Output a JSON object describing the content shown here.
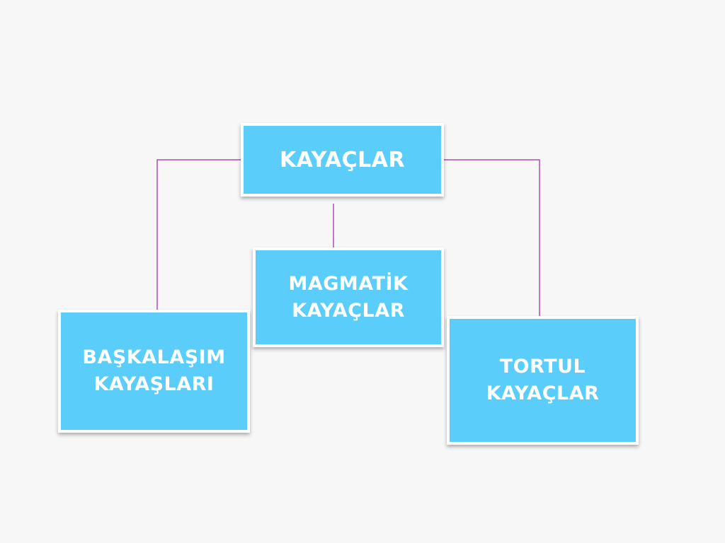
{
  "diagram": {
    "root": {
      "label": "KAYAÇLAR"
    },
    "children": [
      {
        "label": "MAGMATİK\nKAYAÇLAR"
      },
      {
        "label": "BAŞKALAŞIM\nKAYAŞLARI"
      },
      {
        "label": "TORTUL\nKAYAÇLAR"
      }
    ]
  },
  "colors": {
    "background": "#f7f7f7",
    "box_fill": "#5bcdfb",
    "box_border": "#ffffff",
    "connector": "#b24bb5",
    "text": "#ffffff"
  }
}
